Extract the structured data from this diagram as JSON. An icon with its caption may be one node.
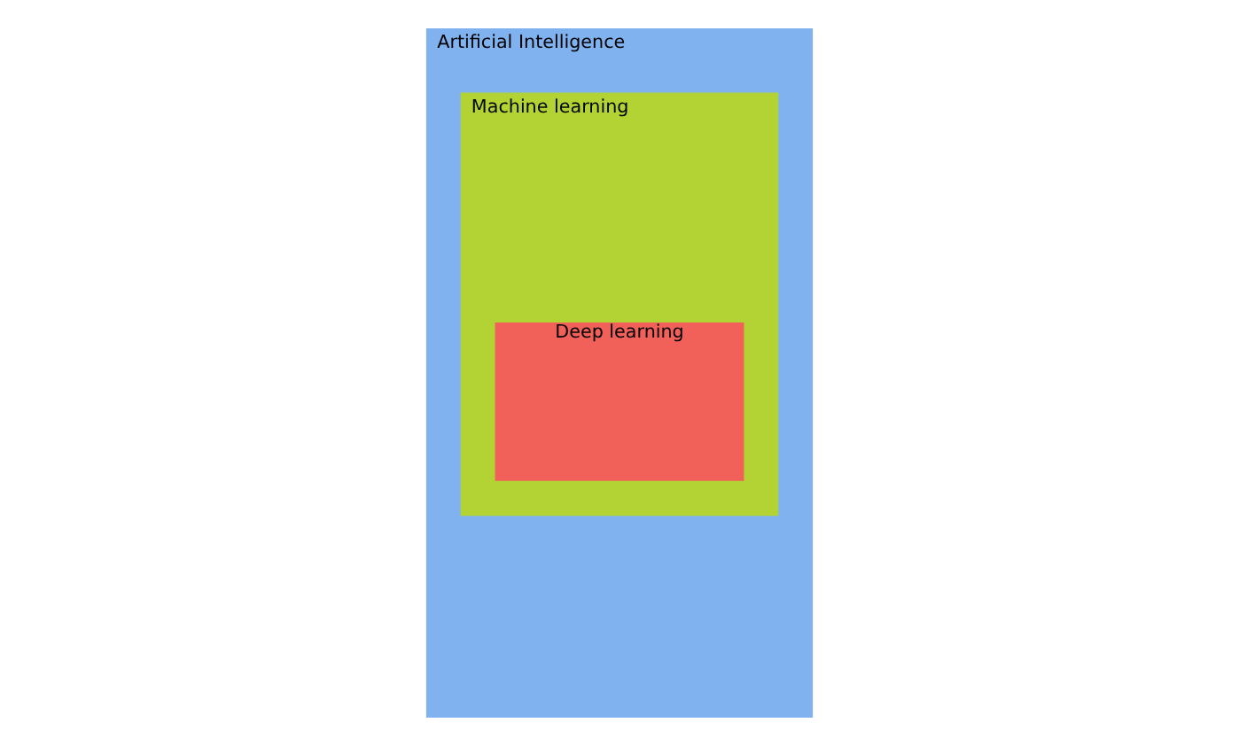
{
  "diagram": {
    "nodes": [
      {
        "text": [
          "Artificial Intelligence"
        ]
      },
      {
        "text": [
          "Machine learning"
        ],
        "in": 0
      },
      {
        "text": [
          "Deep learning"
        ],
        "in": 1
      }
    ]
  }
}
